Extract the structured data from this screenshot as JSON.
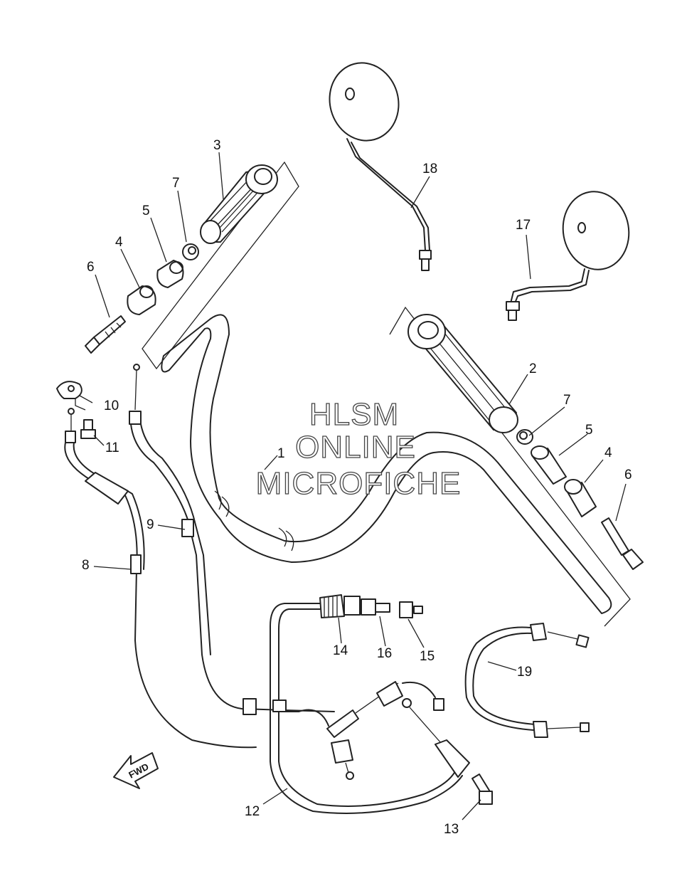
{
  "watermark": {
    "line1": "HLSM",
    "line2": "ONLINE",
    "line3": "MICROFICHE"
  },
  "fwd_label": "FWD",
  "callouts": [
    {
      "id": "c1",
      "text": "1"
    },
    {
      "id": "c2",
      "text": "2"
    },
    {
      "id": "c3",
      "text": "3"
    },
    {
      "id": "c4a",
      "text": "4"
    },
    {
      "id": "c4b",
      "text": "4"
    },
    {
      "id": "c5a",
      "text": "5"
    },
    {
      "id": "c5b",
      "text": "5"
    },
    {
      "id": "c6a",
      "text": "6"
    },
    {
      "id": "c6b",
      "text": "6"
    },
    {
      "id": "c7a",
      "text": "7"
    },
    {
      "id": "c7b",
      "text": "7"
    },
    {
      "id": "c8",
      "text": "8"
    },
    {
      "id": "c9",
      "text": "9"
    },
    {
      "id": "c10",
      "text": "10"
    },
    {
      "id": "c11",
      "text": "11"
    },
    {
      "id": "c12",
      "text": "12"
    },
    {
      "id": "c13",
      "text": "13"
    },
    {
      "id": "c14",
      "text": "14"
    },
    {
      "id": "c15",
      "text": "15"
    },
    {
      "id": "c16",
      "text": "16"
    },
    {
      "id": "c17",
      "text": "17"
    },
    {
      "id": "c18",
      "text": "18"
    },
    {
      "id": "c19",
      "text": "19"
    }
  ]
}
